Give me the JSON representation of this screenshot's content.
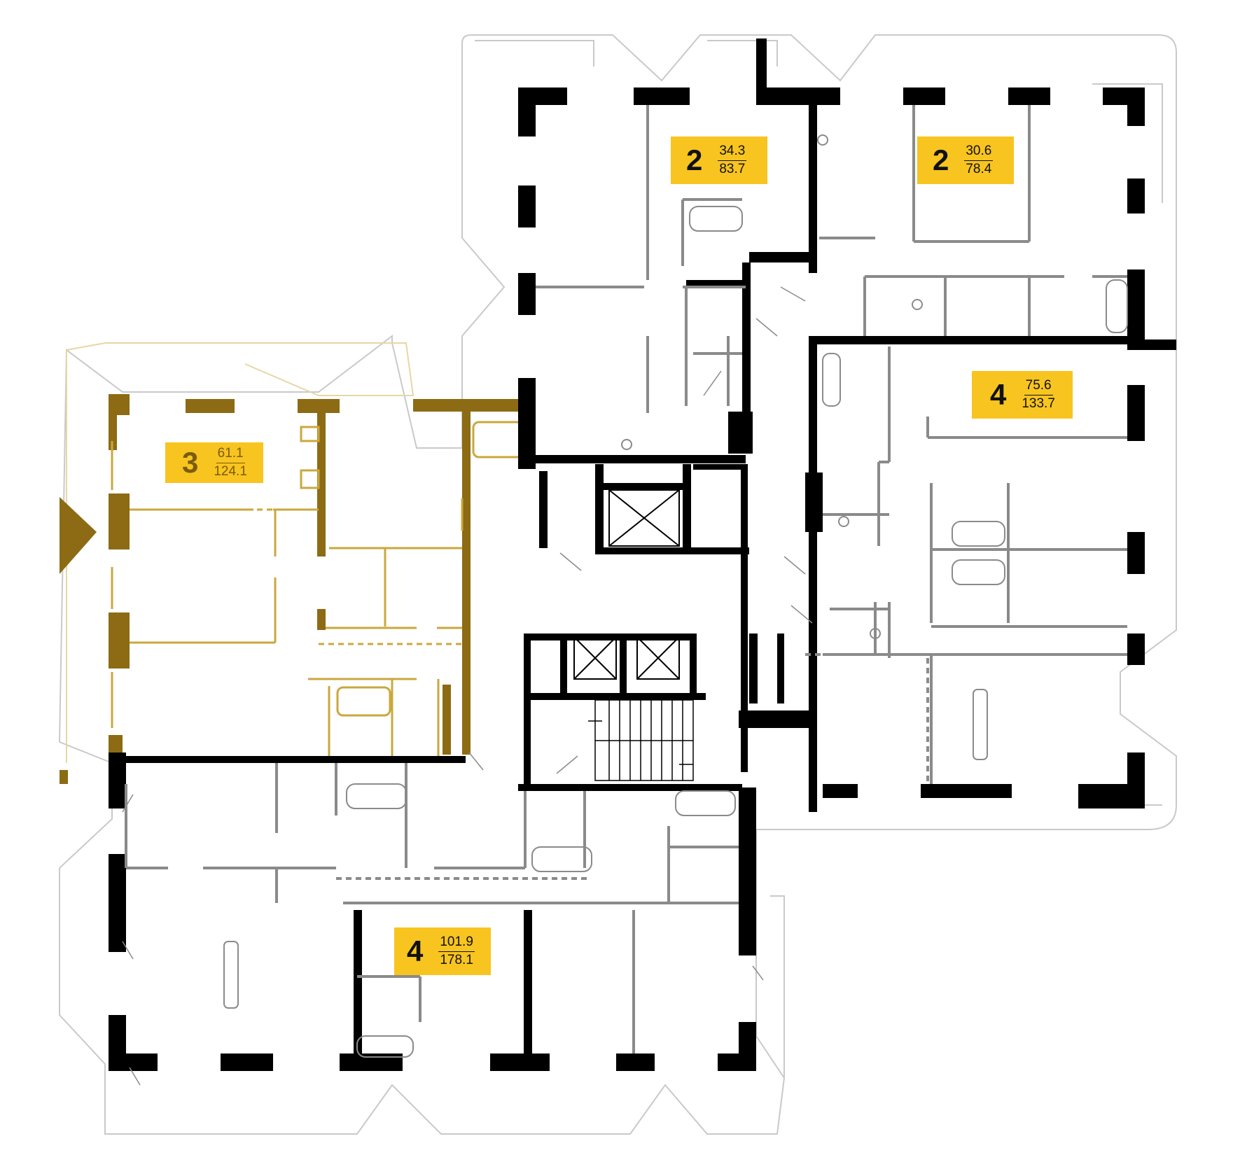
{
  "apartments": [
    {
      "id": "apt-a",
      "rooms": "3",
      "living_area": "61.1",
      "total_area": "124.1",
      "selected": true
    },
    {
      "id": "apt-b",
      "rooms": "2",
      "living_area": "34.3",
      "total_area": "83.7",
      "selected": false
    },
    {
      "id": "apt-c",
      "rooms": "2",
      "living_area": "30.6",
      "total_area": "78.4",
      "selected": false
    },
    {
      "id": "apt-d",
      "rooms": "4",
      "living_area": "75.6",
      "total_area": "133.7",
      "selected": false
    },
    {
      "id": "apt-e",
      "rooms": "4",
      "living_area": "101.9",
      "total_area": "178.1",
      "selected": false
    }
  ],
  "colors": {
    "wall": "#000000",
    "partition": "#8a8a8a",
    "outline": "#c8c8c8",
    "selected_wall": "#8d6b14",
    "selected_partition": "#c9a83d",
    "badge": "#f8c41f"
  },
  "legend": {
    "rooms_label": "",
    "area_label": ""
  }
}
